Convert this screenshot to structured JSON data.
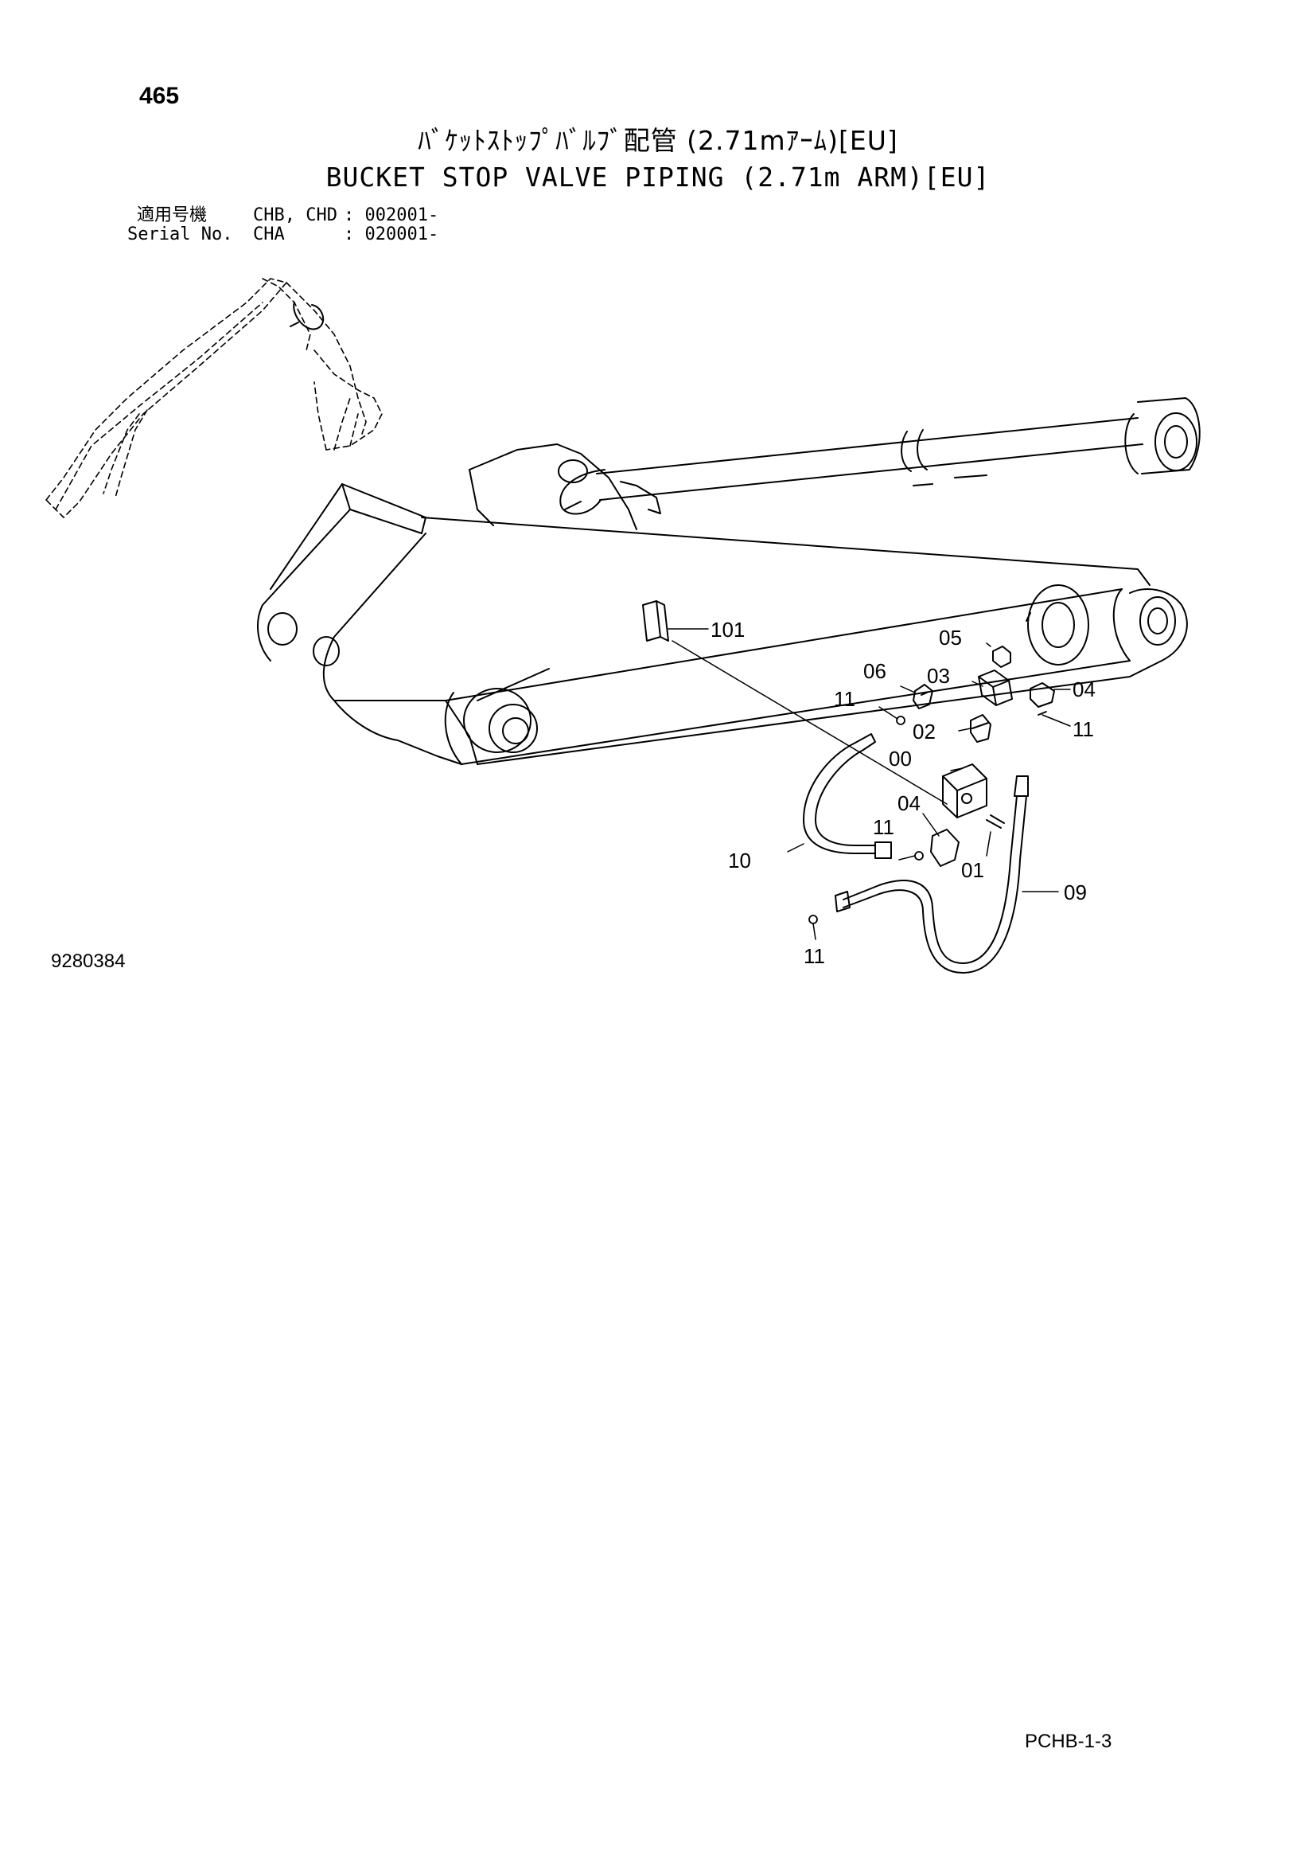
{
  "page_number": "465",
  "title_jp": "ﾊﾞｹｯﾄｽﾄｯﾌﾟﾊﾞﾙﾌﾞ配管 (2.71mｱｰﾑ)[EU]",
  "title_en": "BUCKET STOP VALVE PIPING (2.71m ARM)[EU]",
  "applicability": {
    "label_jp": "適用号機",
    "label_en": "Serial No.",
    "row1_models": "CHB, CHD",
    "row1_serial": ": 002001-",
    "row2_models": "CHA",
    "row2_serial": ": 020001-"
  },
  "callouts": [
    "101",
    "05",
    "06",
    "03",
    "04",
    "11",
    "02",
    "11",
    "00",
    "04",
    "11",
    "01",
    "10",
    "09",
    "11"
  ],
  "drawing_number": "9280384",
  "page_code": "PCHB-1-3"
}
